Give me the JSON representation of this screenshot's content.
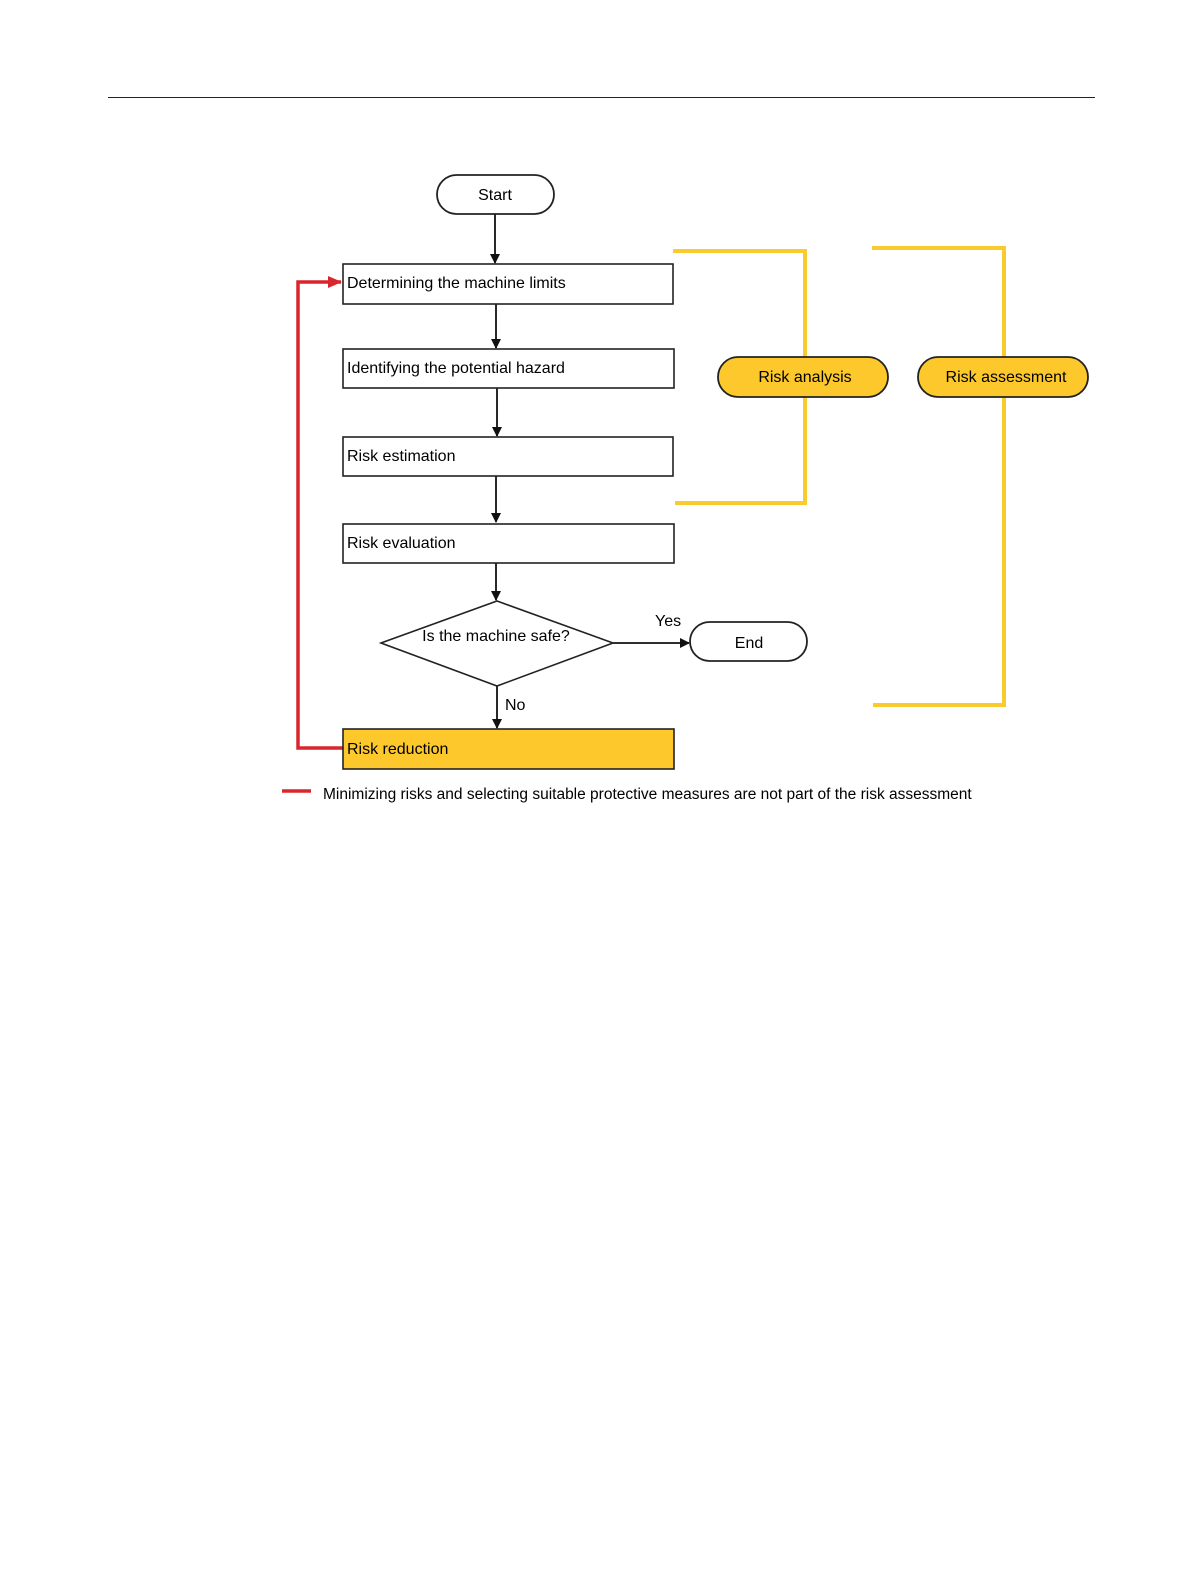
{
  "nodes": {
    "start": "Start",
    "machine_limits": "Determining the machine limits",
    "potential_hazard": "Identifying the potential hazard",
    "risk_estimation": "Risk estimation",
    "risk_evaluation": "Risk evaluation",
    "decision": "Is the machine safe?",
    "end": "End",
    "risk_reduction": "Risk reduction"
  },
  "edge_labels": {
    "yes": "Yes",
    "no": "No"
  },
  "groups": {
    "risk_analysis": "Risk analysis",
    "risk_assessment": "Risk assessment"
  },
  "legend": {
    "text": "Minimizing risks and selecting suitable protective measures are not part of the risk assessment"
  },
  "colors": {
    "highlight_fill": "#fdc82b",
    "bracket": "#f9cb2f",
    "feedback_loop": "#d9262e",
    "outline": "#222222"
  }
}
